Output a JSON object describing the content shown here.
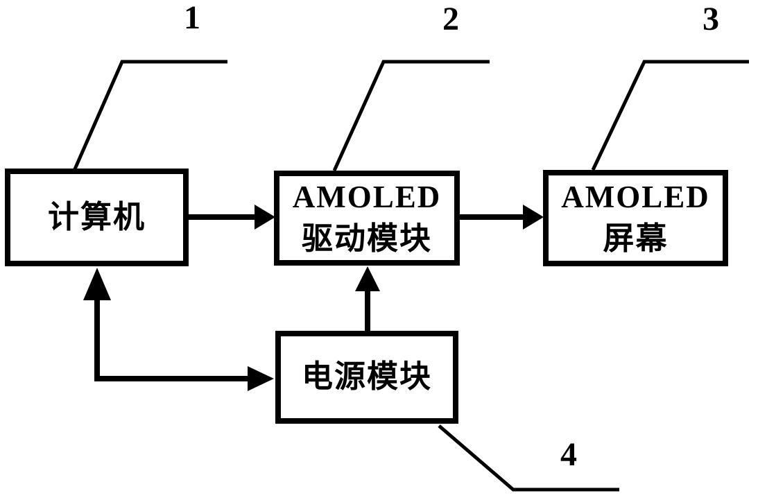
{
  "figure": {
    "background_color": "#ffffff",
    "line_color": "#000000",
    "boxes": {
      "computer": {
        "line1": "计算机"
      },
      "driver": {
        "line1": "AMOLED",
        "line2": "驱动模块"
      },
      "screen": {
        "line1": "AMOLED",
        "line2": "屏幕"
      },
      "power": {
        "line1": "电源模块"
      }
    },
    "labels": {
      "ref1": "1",
      "ref2": "2",
      "ref3": "3",
      "ref4": "4"
    }
  }
}
